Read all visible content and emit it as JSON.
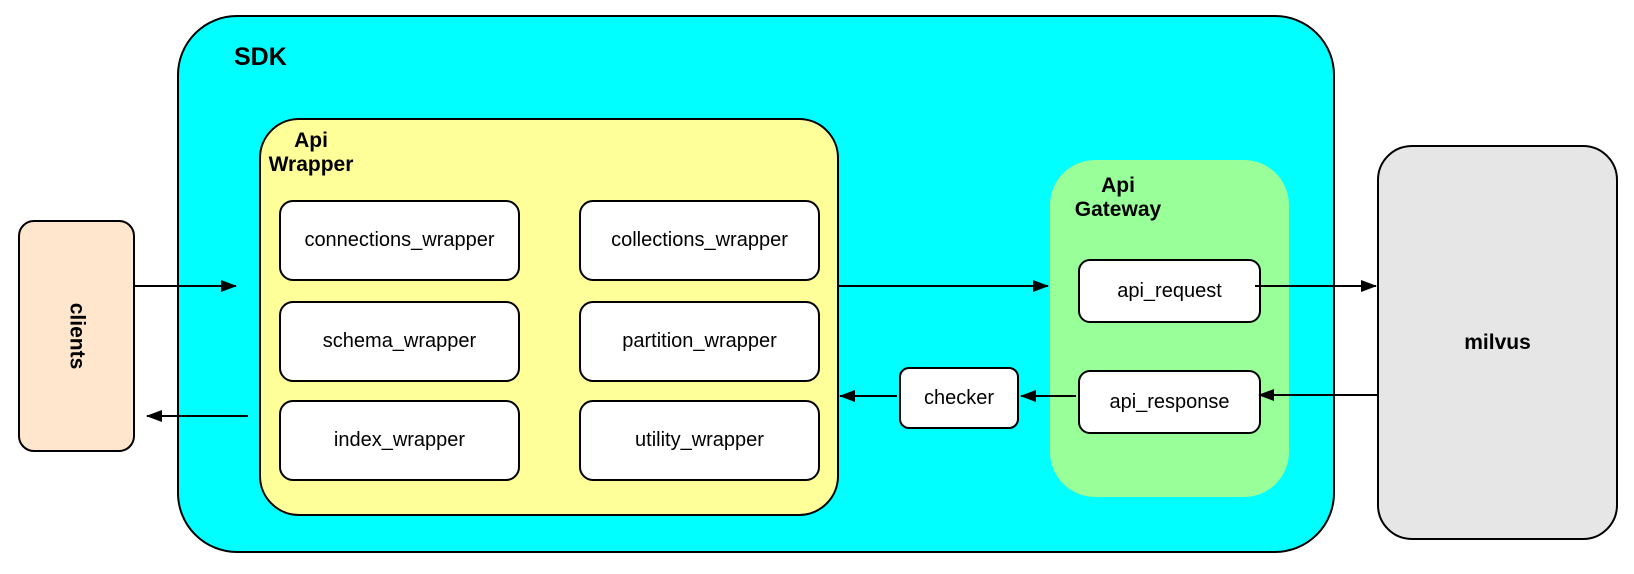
{
  "diagram": {
    "nodes": {
      "clients": {
        "label": "clients",
        "fill": "#FFE6CC"
      },
      "sdk": {
        "label": "SDK",
        "fill": "#00FFFF"
      },
      "api_wrapper": {
        "label_lines": [
          "Api",
          "Wrapper"
        ],
        "fill": "#FFFF99",
        "boxes": [
          "connections_wrapper",
          "collections_wrapper",
          "schema_wrapper",
          "partition_wrapper",
          "index_wrapper",
          "utility_wrapper"
        ]
      },
      "checker": {
        "label": "checker",
        "fill": "#FFFFFF"
      },
      "api_gateway": {
        "label_lines": [
          "Api",
          "Gateway"
        ],
        "fill": "#99FF99",
        "boxes": [
          "api_request",
          "api_response"
        ]
      },
      "milvus": {
        "label": "milvus",
        "fill": "#E6E6E6"
      }
    },
    "edges": [
      {
        "from": "clients",
        "to": "SDK"
      },
      {
        "from": "Api Wrapper",
        "to": "Api Gateway"
      },
      {
        "from": "api_request",
        "to": "milvus"
      },
      {
        "from": "milvus",
        "to": "api_response"
      },
      {
        "from": "api_response",
        "to": "checker"
      },
      {
        "from": "checker",
        "to": "Api Wrapper"
      },
      {
        "from": "SDK",
        "to": "clients"
      }
    ],
    "colors": {
      "stroke": "#000000",
      "box_fill": "#FFFFFF"
    }
  }
}
